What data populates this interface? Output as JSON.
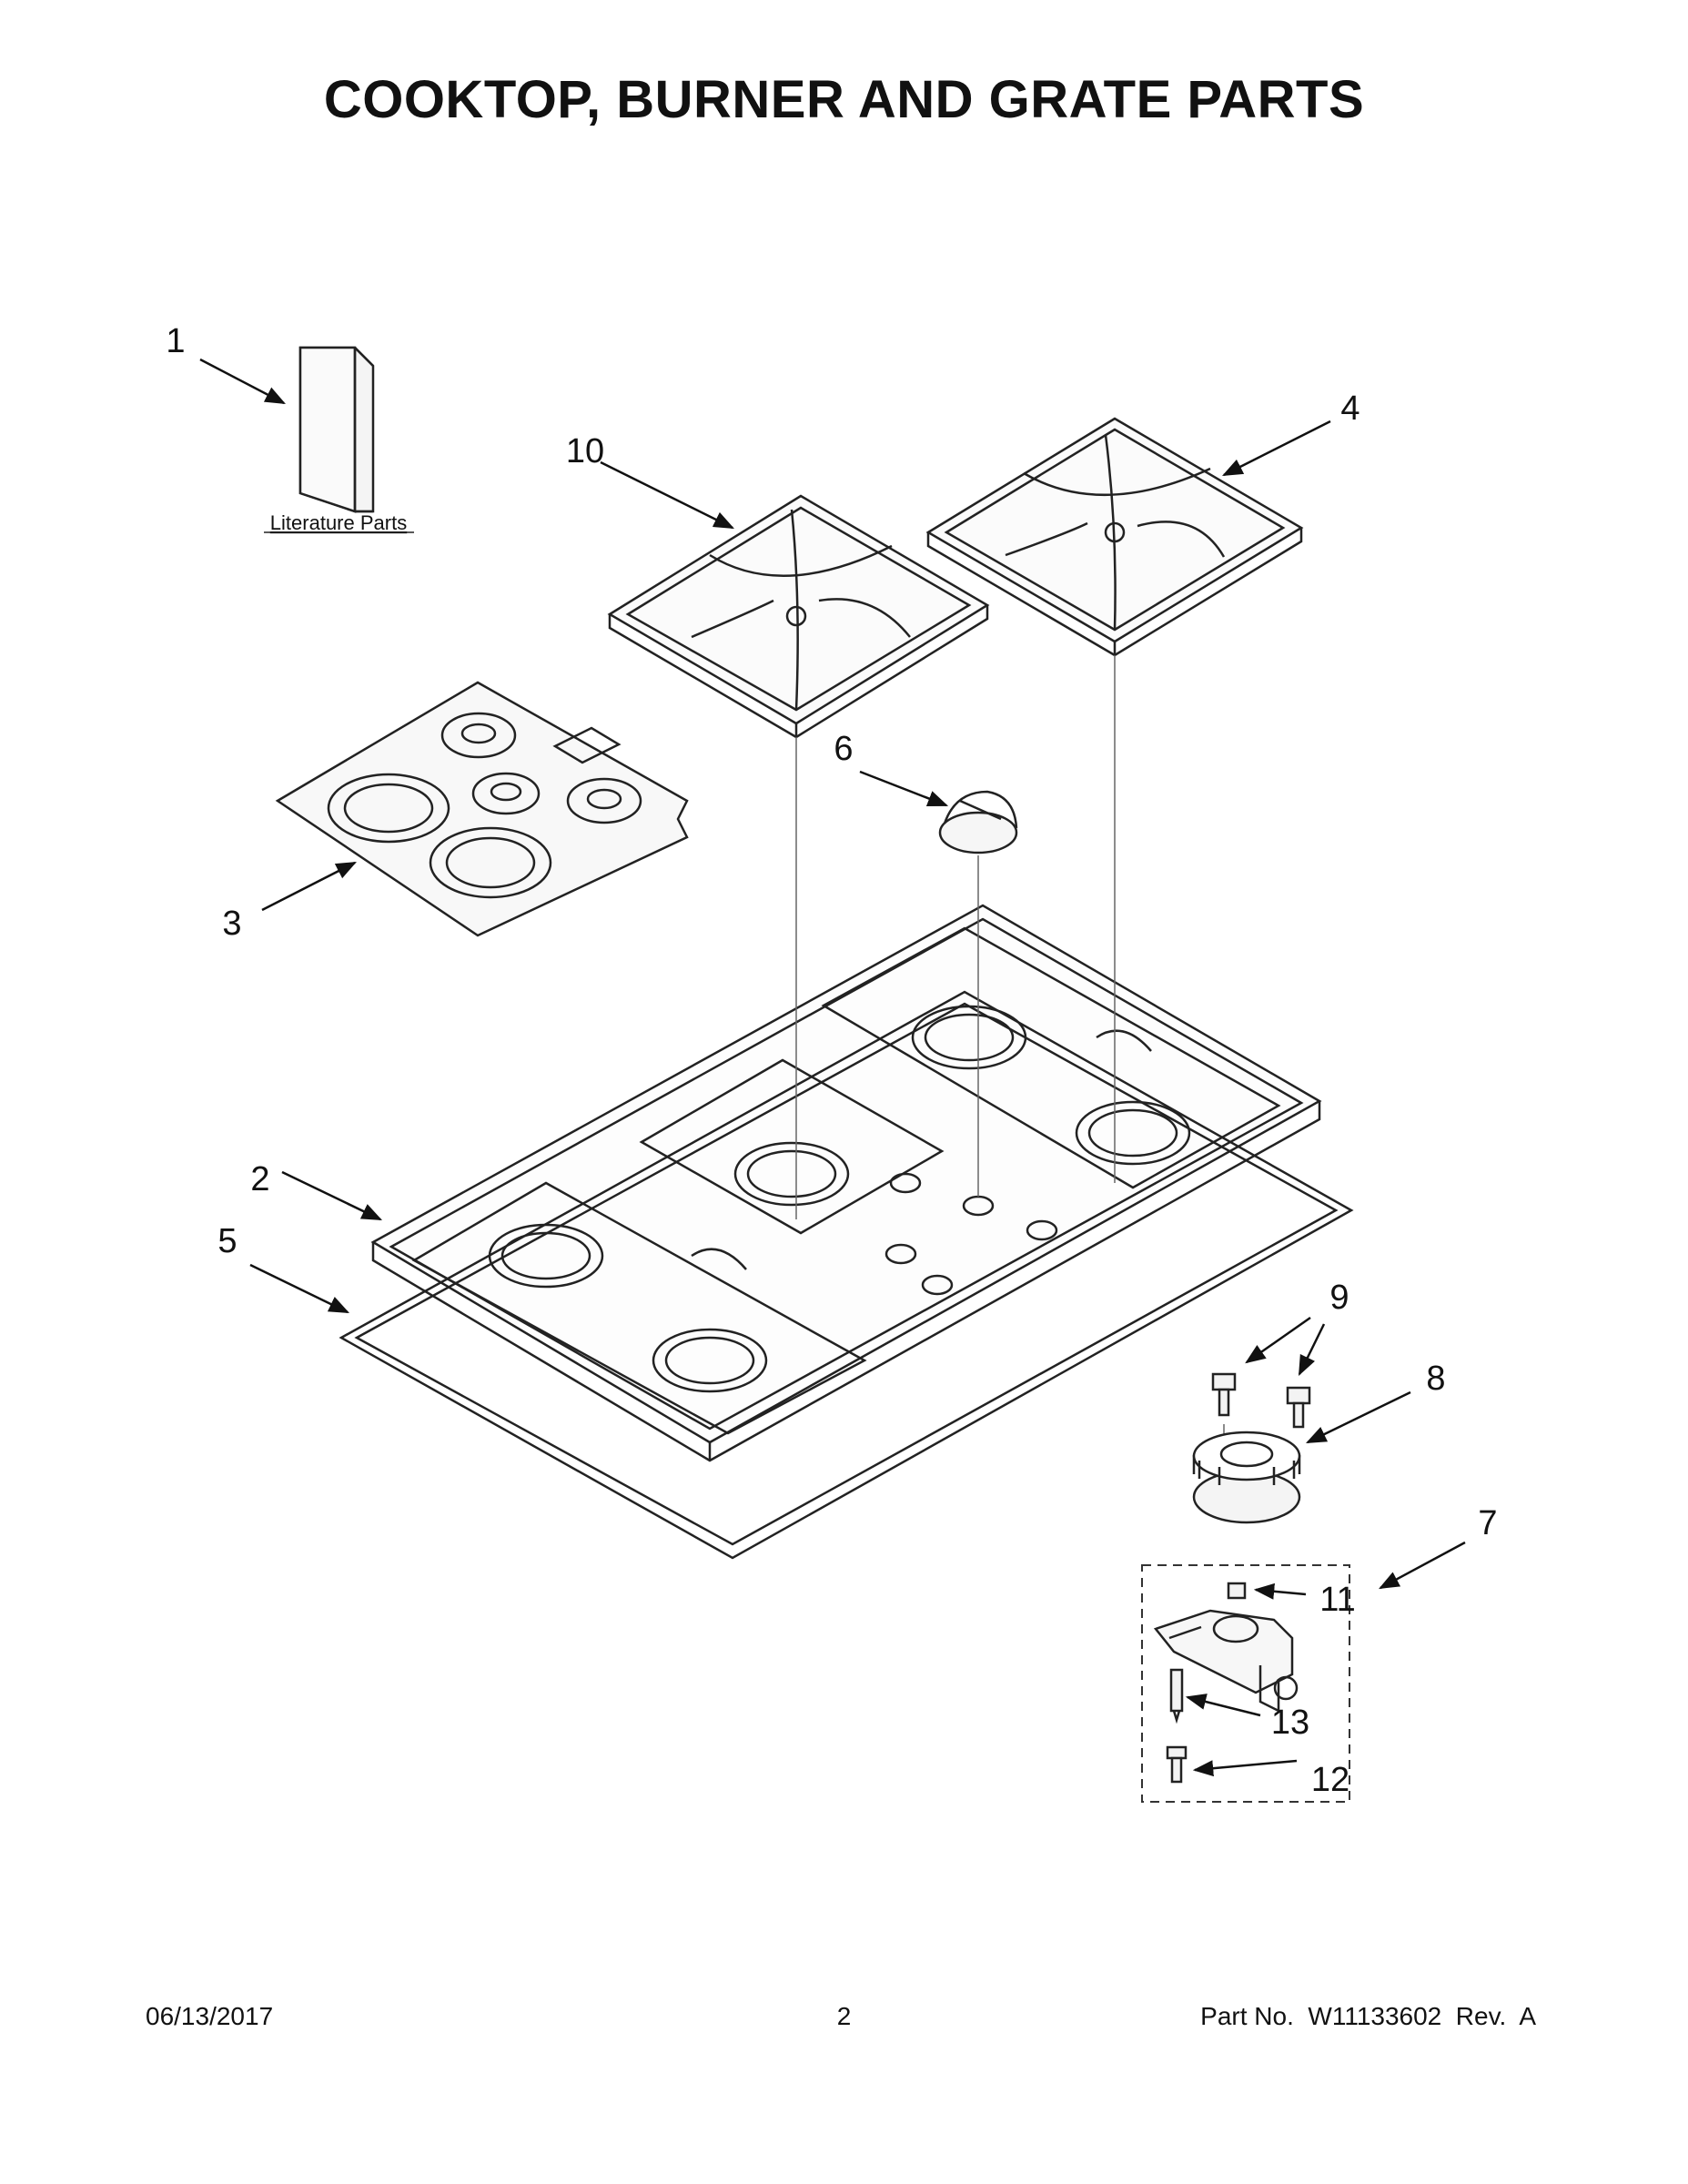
{
  "page": {
    "title": "COOKTOP, BURNER AND GRATE PARTS"
  },
  "diagram": {
    "literature_label": "Literature Parts",
    "callouts": {
      "c1": "1",
      "c2": "2",
      "c3": "3",
      "c4": "4",
      "c5": "5",
      "c6": "6",
      "c7": "7",
      "c8": "8",
      "c9": "9",
      "c10": "10",
      "c11": "11",
      "c12": "12",
      "c13": "13"
    }
  },
  "footer": {
    "date": "06/13/2017",
    "page_number": "2",
    "part_number": "Part No.  W11133602  Rev.  A"
  }
}
